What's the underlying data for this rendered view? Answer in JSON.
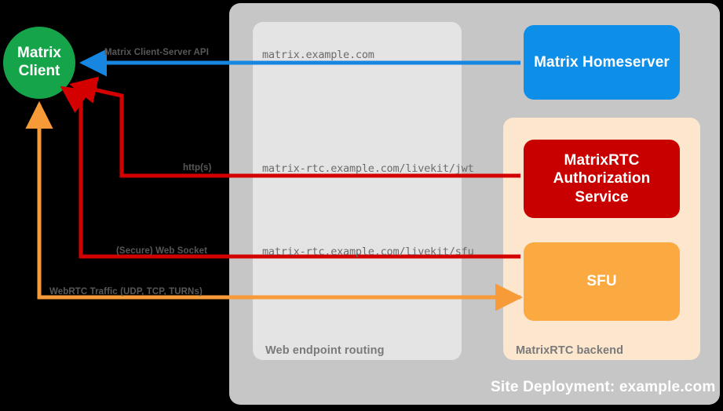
{
  "diagram": {
    "title": "Site Deployment: example.com",
    "colors": {
      "background": "#000000",
      "site_container": "#c6c6c6",
      "routing_container": "#e4e4e4",
      "backend_container": "#fce6cd",
      "matrix_client": "#16a44a",
      "matrix_homeserver": "#0d8ee8",
      "authorization_service": "#c90000",
      "sfu": "#fba941",
      "arrow_blue": "#1786e0",
      "arrow_red": "#d40000",
      "arrow_orange": "#f79b38"
    }
  },
  "nodes": {
    "client": {
      "name": "Matrix Client",
      "line1": "Matrix",
      "line2": "Client"
    },
    "homeserver": {
      "name": "Matrix Homeserver"
    },
    "auth": {
      "line1": "MatrixRTC",
      "line2": "Authorization",
      "line3": "Service"
    },
    "sfu": {
      "name": "SFU"
    }
  },
  "containers": {
    "site": {
      "caption": "Site Deployment: example.com"
    },
    "routing": {
      "caption": "Web endpoint routing"
    },
    "backend": {
      "caption": "MatrixRTC backend"
    }
  },
  "edges": [
    {
      "id": "client-server-api",
      "protocol_label": "Matrix Client-Server API",
      "route_label": "matrix.example.com",
      "color": "#1786e0",
      "from": "Matrix Homeserver",
      "to": "Matrix Client"
    },
    {
      "id": "jwt",
      "protocol_label": "http(s)",
      "route_label": "matrix-rtc.example.com/livekit/jwt",
      "color": "#d40000",
      "from": "Matrix Client",
      "to": "MatrixRTC Authorization Service"
    },
    {
      "id": "websocket",
      "protocol_label": "(Secure) Web Socket",
      "route_label": "matrix-rtc.example.com/livekit/sfu",
      "color": "#d40000",
      "from": "Matrix Client",
      "to": "SFU"
    },
    {
      "id": "webrtc",
      "protocol_label": "WebRTC Traffic (UDP, TCP, TURNs)",
      "route_label": "",
      "color": "#f79b38",
      "from": "Matrix Client",
      "to": "SFU"
    }
  ]
}
